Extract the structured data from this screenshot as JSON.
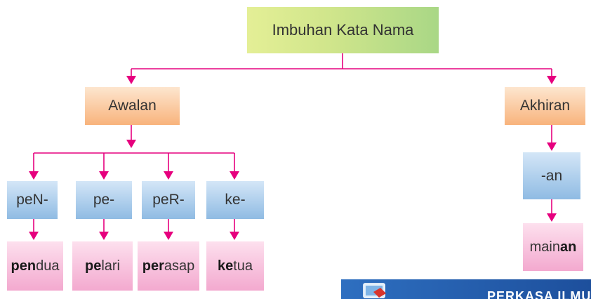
{
  "title": "Imbuhan Kata Nama",
  "branches": {
    "left": "Awalan",
    "right": "Akhiran"
  },
  "prefixes": [
    {
      "label": "peN-",
      "example_bold": "pen",
      "example_rest": "dua"
    },
    {
      "label": "pe-",
      "example_bold": "pe",
      "example_rest": "lari"
    },
    {
      "label": "peR-",
      "example_bold": "per",
      "example_rest": "asap"
    },
    {
      "label": "ke-",
      "example_bold": "ke",
      "example_rest": "tua"
    }
  ],
  "suffixes": [
    {
      "label": "-an",
      "example_rest": "main",
      "example_bold": "an"
    }
  ],
  "banner": {
    "title": "PERKASA ILMU"
  },
  "colors": {
    "connector": "#e6007e",
    "root_box": "#cfe58b",
    "branch_box": "#f8b37c",
    "affix_box": "#8fbbe3",
    "example_box": "#f3a9cf",
    "banner": "#1d4f9c"
  }
}
